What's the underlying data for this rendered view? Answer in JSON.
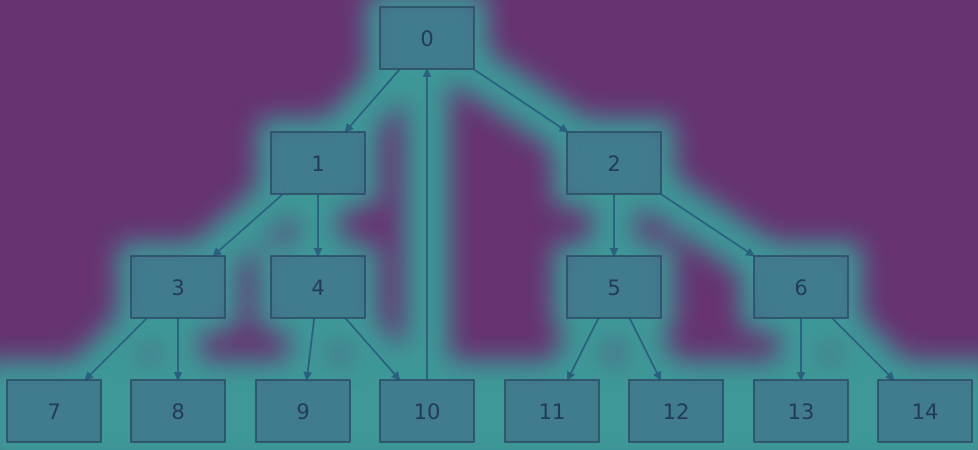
{
  "colors": {
    "background": "#673371",
    "glow": "#3a9e9a",
    "node_fill": "#436587",
    "node_stroke": "#2d4b66",
    "edge": "#2a5f7e",
    "label": "#233a5d"
  },
  "tree": {
    "nodes": [
      {
        "id": "0",
        "label": "0"
      },
      {
        "id": "1",
        "label": "1"
      },
      {
        "id": "2",
        "label": "2"
      },
      {
        "id": "3",
        "label": "3"
      },
      {
        "id": "4",
        "label": "4"
      },
      {
        "id": "5",
        "label": "5"
      },
      {
        "id": "6",
        "label": "6"
      },
      {
        "id": "7",
        "label": "7"
      },
      {
        "id": "8",
        "label": "8"
      },
      {
        "id": "9",
        "label": "9"
      },
      {
        "id": "10",
        "label": "10"
      },
      {
        "id": "11",
        "label": "11"
      },
      {
        "id": "12",
        "label": "12"
      },
      {
        "id": "13",
        "label": "13"
      },
      {
        "id": "14",
        "label": "14"
      }
    ],
    "edges": [
      {
        "from": "0",
        "to": "1"
      },
      {
        "from": "0",
        "to": "2"
      },
      {
        "from": "1",
        "to": "3"
      },
      {
        "from": "1",
        "to": "4"
      },
      {
        "from": "2",
        "to": "5"
      },
      {
        "from": "2",
        "to": "6"
      },
      {
        "from": "3",
        "to": "7"
      },
      {
        "from": "3",
        "to": "8"
      },
      {
        "from": "4",
        "to": "9"
      },
      {
        "from": "4",
        "to": "10"
      },
      {
        "from": "5",
        "to": "11"
      },
      {
        "from": "5",
        "to": "12"
      },
      {
        "from": "6",
        "to": "13"
      },
      {
        "from": "6",
        "to": "14"
      },
      {
        "from": "10",
        "to": "0"
      }
    ]
  }
}
